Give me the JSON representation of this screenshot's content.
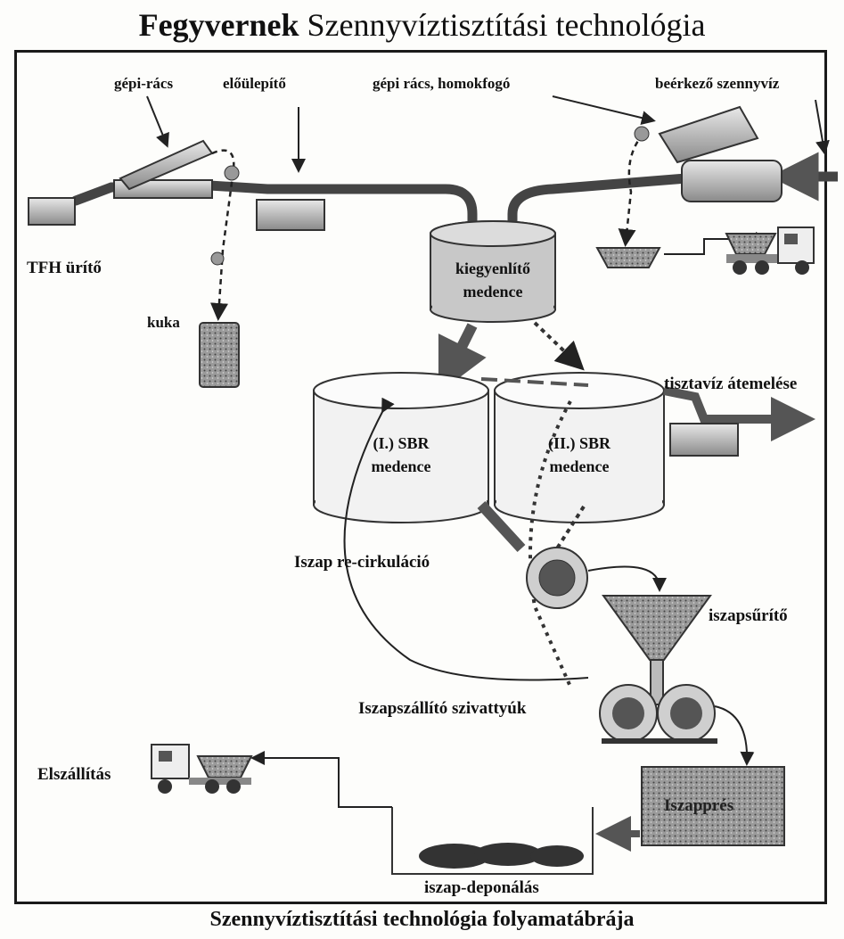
{
  "title": {
    "bold": "Fegyvernek",
    "rest": " Szennyvíztisztítási technológia"
  },
  "labels": {
    "gepi_racs": "gépi-rács",
    "eloulepito": "előülepítő",
    "gepi_racs_homokfogo": "gépi rács, homokfogó",
    "beerkezo": "beérkező szennyvíz",
    "tfh": "TFH ürítő",
    "kuka": "kuka",
    "kiegyenlito_1": "kiegyenlítő",
    "kiegyenlito_2": "medence",
    "tisztaviz": "tisztavíz átemelése",
    "sbr1_1": "(I.) SBR",
    "sbr1_2": "medence",
    "sbr2_1": "(II.) SBR",
    "sbr2_2": "medence",
    "recirkulacio": "Iszap re-cirkuláció",
    "iszapsurito": "iszapsűrítő",
    "szivattyuk": "Iszapszállító szivattyúk",
    "elszallitas": "Elszállítás",
    "iszapprés": "Iszapprés",
    "deponalas": "iszap-deponálás"
  },
  "caption": "Szennyvíztisztítási technológia folyamatábrája"
}
